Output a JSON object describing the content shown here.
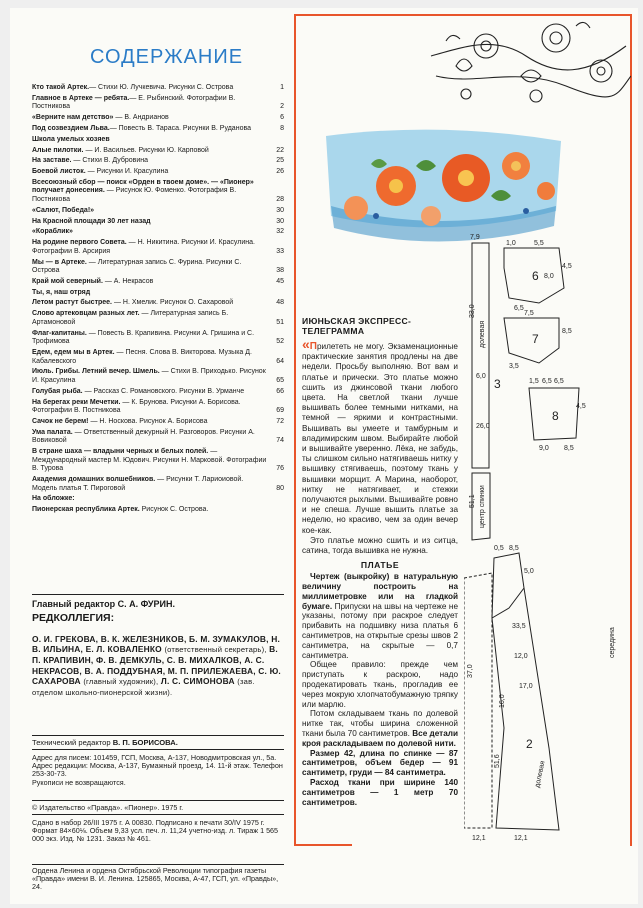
{
  "toc": {
    "title": "СОДЕРЖАНИЕ",
    "entries": [
      {
        "title": "Кто такой Артек.",
        "rest": "— Стихи Ю. Лучкевича. Рисунки С. Острова",
        "page": "1"
      },
      {
        "title": "Главное в Артеке — ребята.",
        "rest": "— Е. Рыбинский. Фотографии В. Постникова",
        "page": "2"
      },
      {
        "title": "«Верните нам детство»",
        "rest": " — В. Андрианов",
        "page": "6"
      },
      {
        "title": "Под созвездием Льва.",
        "rest": "— Повесть В. Тараса. Рисунки В. Руданова",
        "page": "8"
      },
      {
        "title": "Школа умелых хозяев",
        "rest": "",
        "page": ""
      },
      {
        "title": "Алые пилотки.",
        "rest": " — И. Васильев. Рисунки Ю. Карповой",
        "page": "22"
      },
      {
        "title": "На заставе.",
        "rest": " — Стихи В. Дубровина",
        "page": "25"
      },
      {
        "title": "Боевой листок.",
        "rest": " — Рисунки И. Красулина",
        "page": "26"
      },
      {
        "title": "Всесоюзный сбор — поиск «Орден в твоем доме». — «Пионер» получает донесения.",
        "rest": " — Рисунок Ю. Фоменко. Фотография В. Постникова",
        "page": "28"
      },
      {
        "title": "«Салют, Победа!»",
        "rest": "",
        "page": "30"
      },
      {
        "title": "На Красной площади 30 лет назад",
        "rest": "",
        "page": "30"
      },
      {
        "title": "«Кораблик»",
        "rest": "",
        "page": "32"
      },
      {
        "title": "На родине первого Совета.",
        "rest": " — Н. Никитина. Рисунки И. Красулина. Фотографии В. Арсирия",
        "page": "33"
      },
      {
        "title": "Мы — в Артеке.",
        "rest": " — Литературная запись С. Фурина. Рисунки С. Острова",
        "page": "38"
      },
      {
        "title": "Край мой северный.",
        "rest": " — А. Некрасов",
        "page": "45"
      },
      {
        "title": "Ты, я, наш отряд",
        "rest": "",
        "page": ""
      },
      {
        "title": "Летом растут быстрее.",
        "rest": " — Н. Хмелик. Рисунок О. Сахаровой",
        "page": "48"
      },
      {
        "title": "Слово артековцам разных лет.",
        "rest": " — Литературная запись Б. Артамоновой",
        "page": "51"
      },
      {
        "title": "Флаг-капитаны.",
        "rest": " — Повесть В. Крапивина. Рисунки А. Гришина и С. Трофимова",
        "page": "52"
      },
      {
        "title": "Едем, едем мы в Артек.",
        "rest": " — Песня. Слова В. Викторова. Музыка Д. Кабалевского",
        "page": "64"
      },
      {
        "title": "Июль. Грибы. Летний вечер. Шмель.",
        "rest": " — Стихи В. Приходько. Рисунок И. Красулина",
        "page": "65"
      },
      {
        "title": "Голубая рыба.",
        "rest": " — Рассказ С. Романовского. Рисунки В. Урманче",
        "page": "66"
      },
      {
        "title": "На берегах реки Мечетки.",
        "rest": " — К. Брунова. Рисунки А. Борисова. Фотографии В. Постникова",
        "page": "69"
      },
      {
        "title": "Сачок не берем!",
        "rest": " — Н. Носкова. Рисунок А. Борисова",
        "page": "72"
      },
      {
        "title": "Ума палата.",
        "rest": " — Ответственный дежурный Н. Разговоров. Рисунки А. Вовиковой",
        "page": "74"
      },
      {
        "title": "В стране шаха — владыни черных и белых полей.",
        "rest": " — Международный мастер М. Юдович. Рисунки Н. Марковой. Фотографии В. Турова",
        "page": "76"
      },
      {
        "title": "Академия домашних волшебников.",
        "rest": " — Рисунки Т. Лариоиовой. Модель платья Т. Пироговой",
        "page": "80"
      },
      {
        "title": "На обложке:",
        "rest": "",
        "page": ""
      },
      {
        "title": "Пионерская республика Артек.",
        "rest": " Рисунок С. Острова.",
        "page": ""
      }
    ]
  },
  "editor": "Главный редактор С. А. ФУРИН.",
  "board_title": "РЕДКОЛЛЕГИЯ:",
  "board_text": "О. И. ГРЕКОВА, В. К. ЖЕЛЕЗНИКОВ, Б. М. ЗУМАКУЛОВ, Н. В. ИЛЬИНА, Е. Л. КОВАЛЕНКО",
  "board_note1": "(ответственный секретарь),",
  "board_text2": "В. П. КРАПИВИН, Ф. В. ДЕМКУЛЬ, С. В. МИХАЛКОВ, А. С. НЕКРАСОВ, В. А. ПОДДУБНАЯ, М. П. ПРИЛЕЖАЕВА, С. Ю. САХАРОВА",
  "board_note2": "(главный художник),",
  "board_text3": "Л. С. СИМОНОВА",
  "board_note3": "(зав. отделом школьно-пионерской жизни).",
  "tech_label": "Технический редактор",
  "tech_name": "В. П. БОРИСОВА.",
  "address": "Адрес для писем: 101459, ГСП, Москва, А-137, Новодмитровская ул., 5а. Адрес редакции: Москва, А-137, Бумажный проезд, 14. 11-й этаж. Телефон 253-30-73.",
  "address2": "Рукописи не возвращаются.",
  "copyright": "© Издательство «Правда». «Пионер». 1975 г.",
  "print": "Сдано в набор 26/III 1975 г. А 00830. Подписано к печати 30/IV 1975 г. Формат 84×60⅛. Объем 9,33 усл. печ. л. 11,24 учетно-изд. л. Тираж 1 565 000 экз. Изд. № 1231. Заказ № 461.",
  "order": "Ордена Ленина и ордена Октябрьской Революции типография газеты «Правда» имени В. И. Ленина. 125865, Москва, А-47, ГСП, ул. «Правды», 24.",
  "telegram": {
    "heading": "ИЮНЬСКАЯ ЭКСПРЕСС-ТЕЛЕГРАММА",
    "quote_mark": "«",
    "drop": "П",
    "body": "рилететь не могу. Экзаменационные практические занятия продлены на две недели. Просьбу выполняю. Вот вам и платье и прически. Это платье можно сшить из джинсовой ткани любого цвета. На светлой ткани лучше вышивать более темными нитками, на темной — яркими и контрастными. Вышивать вы умеете и тамбурным и владимирским швом. Выбирайте любой и вышивайте уверенно. Лёка, не забудь, ты слишком сильно натягиваешь нитку у вышивку стягиваешь, поэтому ткань у вышивки морщит. А Марина, наоборот, нитку не натягивает, и стежки получаются рыхлыми. Вышивайте ровно и не спеша. Лучше вышить платье за неделю, но красиво, чем за один вечер кое-как.",
    "body2": "Это платье можно сшить и из ситца, сатина, тогда вышивка не нужна."
  },
  "dress": {
    "heading": "ПЛАТЬЕ",
    "lead": "Чертеж (выкройку) в натуральную величину построить на миллиметровке или на гладкой бумаге.",
    "p1": " Припуски на швы на чертеже не указаны, потому при раскрое следует прибавить на подшивку низа платья 6 сантиметров, на открытые срезы швов 2 сантиметра, на скрытые — 0,7 сантиметра.",
    "p2": "Общее правило: прежде чем приступать к раскрою, надо продекатировать ткань, прогладив ее через мокрую хлопчатобумажную тряпку или марлю.",
    "p3": "Потом складываем ткань по долевой нитке так, чтобы ширина сложенной ткани была 70 сантиметров.",
    "p3b": " Все детали кроя раскладываем по долевой нити.",
    "p4": "Размер 42, длина по спинке — 87 сантиметров, объем бедер — 91 сантиметр, груди — 84 сантиметра.",
    "p5": "Расход ткани при ширине 140 сантиметров — 1 метр 70 сантиметров."
  },
  "pattern": {
    "piece3_w": "7,9",
    "piece3_h": "33,0",
    "piece3_lbl": "долевая",
    "piece3_n1": "6,0",
    "piece3_n2": "26,0",
    "piece3_num": "3",
    "piece3_h2": "51,1",
    "piece3_side": "центр спинки",
    "piece6": "6",
    "piece7": "7",
    "piece8": "8",
    "piece2": "2",
    "m1": "1,0",
    "m2": "5,5",
    "m3": "8,0",
    "m4": "4,5",
    "m5": "6,5",
    "m6": "7,5",
    "m7": "8,5",
    "m8": "3,5",
    "m9": "1,5",
    "m10": "4,5",
    "m11": "6,5",
    "m12": "6,5",
    "m13": "9,0",
    "m14": "8,5",
    "p2a": "0,5",
    "p2b": "8,5",
    "p2c": "5,0",
    "p2d": "16,0",
    "p2e": "51,6",
    "p2f": "12,1",
    "p2g": "12,1",
    "p2lbl": "долевая",
    "p2h": "33,5",
    "p2i": "12,0",
    "p2j": "17,0",
    "p2k": "37,0",
    "side": "середина"
  }
}
